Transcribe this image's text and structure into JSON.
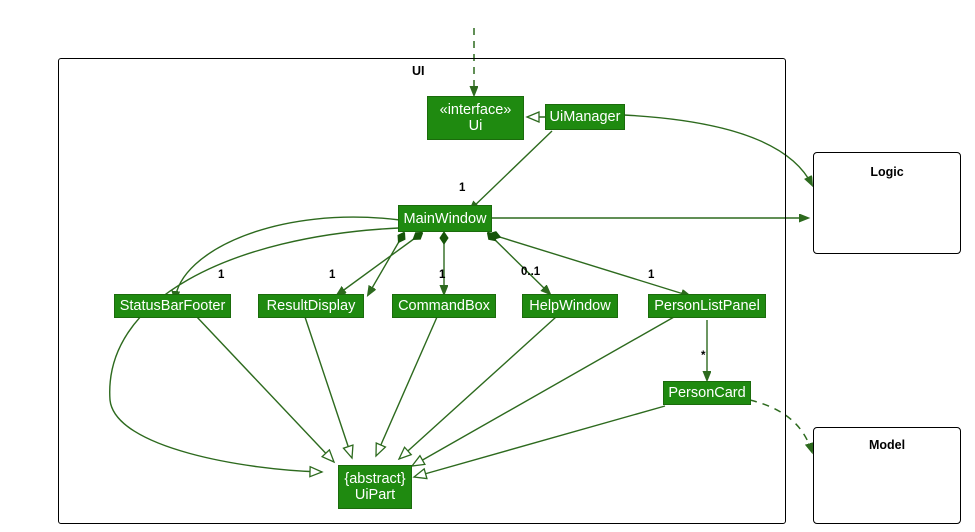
{
  "diagram": {
    "type": "uml-class-diagram",
    "title": "UI",
    "packages": [
      {
        "id": "ui-package",
        "label": "UI"
      }
    ],
    "external_boxes": [
      {
        "id": "logic",
        "label": "Logic"
      },
      {
        "id": "model",
        "label": "Model"
      }
    ],
    "classes": [
      {
        "id": "ui-interface",
        "stereotype": "«interface»",
        "name": "Ui"
      },
      {
        "id": "ui-manager",
        "name": "UiManager"
      },
      {
        "id": "main-window",
        "name": "MainWindow"
      },
      {
        "id": "status-bar-footer",
        "name": "StatusBarFooter"
      },
      {
        "id": "result-display",
        "name": "ResultDisplay"
      },
      {
        "id": "command-box",
        "name": "CommandBox"
      },
      {
        "id": "help-window",
        "name": "HelpWindow"
      },
      {
        "id": "person-list-panel",
        "name": "PersonListPanel"
      },
      {
        "id": "person-card",
        "name": "PersonCard"
      },
      {
        "id": "ui-part",
        "modifier": "{abstract}",
        "name": "UiPart"
      }
    ],
    "multiplicities": [
      {
        "id": "mw-mult",
        "label": "1"
      },
      {
        "id": "statusbar-mult",
        "label": "1"
      },
      {
        "id": "resultdisplay-mult",
        "label": "1"
      },
      {
        "id": "commandbox-mult",
        "label": "1"
      },
      {
        "id": "helpwindow-mult",
        "label": "0..1"
      },
      {
        "id": "personlistpanel-mult",
        "label": "1"
      },
      {
        "id": "personcard-mult",
        "label": "*"
      }
    ],
    "colors": {
      "class_fill": "#1F8A10",
      "class_text": "#ffffff",
      "edge": "#2d6a1e",
      "frame": "#000000",
      "background": "#ffffff"
    }
  }
}
